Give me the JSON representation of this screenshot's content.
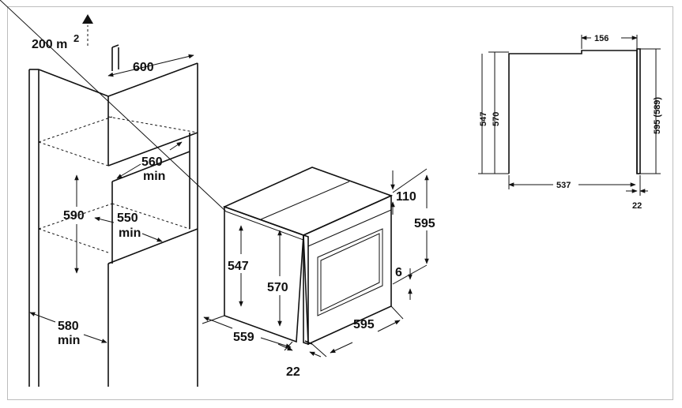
{
  "labels": {
    "ventilation": "200 m",
    "ventilation_sup": "2",
    "niche_width": "600",
    "min_depth": "560",
    "min_depth_sub": "min",
    "cutout_height": "590",
    "min_width": "550",
    "min_width_sub": "min",
    "cabinet_min": "580",
    "cabinet_min_sub": "min",
    "oven_h_inner": "547",
    "oven_h_outer": "570",
    "oven_depth": "559",
    "front_thick": "22",
    "oven_width": "595",
    "top_gap": "110",
    "total_height": "595",
    "bottom_gap": "6",
    "side_top": "156",
    "side_h1": "547",
    "side_h2": "570",
    "side_total": "595 (589)",
    "side_depth": "537",
    "side_front": "22"
  },
  "colors": {
    "line": "#111111",
    "frame": "#bdbdbd"
  }
}
